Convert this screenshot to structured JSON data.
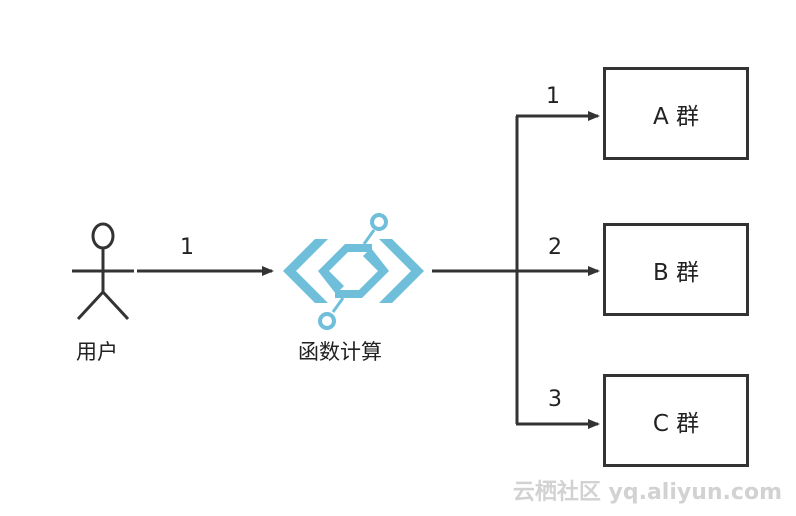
{
  "user": {
    "label": "用户"
  },
  "service": {
    "label": "函数计算",
    "icon": "function-compute-icon",
    "color": "#6fbfdb"
  },
  "edges": {
    "user_to_service": "1",
    "to_group_a": "1",
    "to_group_b": "2",
    "to_group_c": "3"
  },
  "groups": [
    {
      "label": "A 群"
    },
    {
      "label": "B 群"
    },
    {
      "label": "C 群"
    }
  ],
  "watermark": "云栖社区 yq.aliyun.com",
  "colors": {
    "line": "#333333",
    "accent": "#6fbfdb",
    "watermark": "#d2d2d2"
  }
}
